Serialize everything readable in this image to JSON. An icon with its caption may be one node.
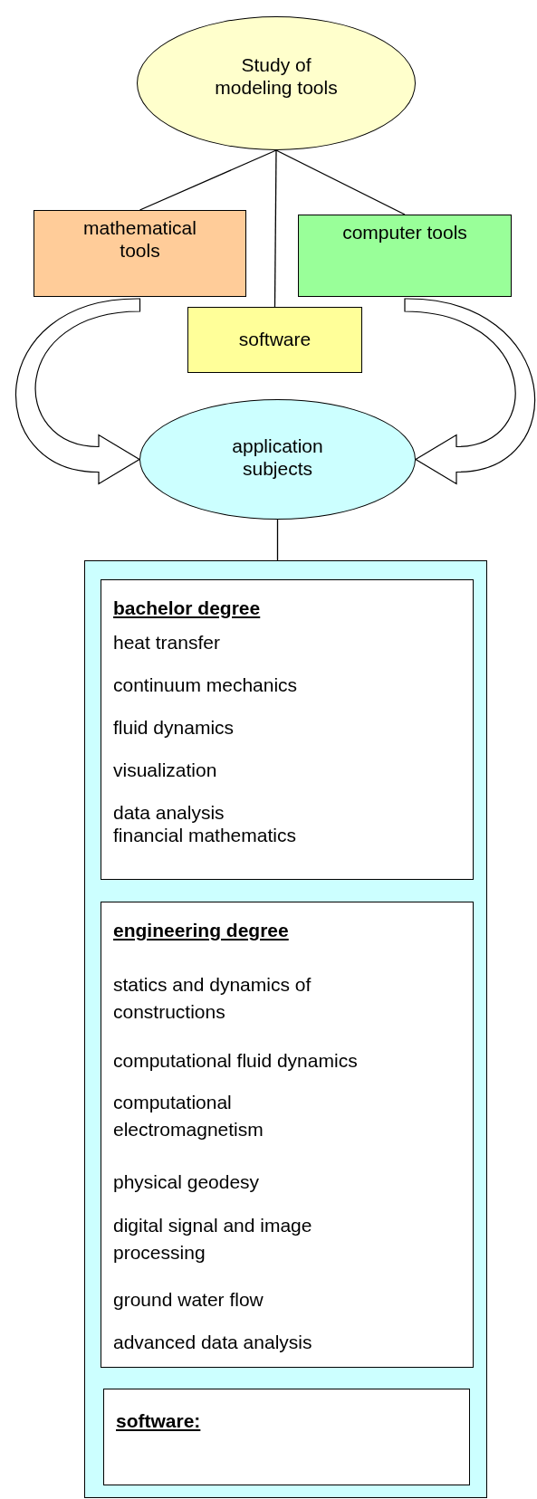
{
  "diagram": {
    "nodes": [
      {
        "text": [
          "Study of modeling tools"
        ]
      },
      {
        "text": [
          "mathematical tools"
        ]
      },
      {
        "text": [
          "computer tools"
        ]
      },
      {
        "text": [
          "software"
        ]
      },
      {
        "text": [
          "application subjects"
        ]
      },
      {
        "text": [],
        "shape": "box"
      },
      {
        "text": [
          "bachelor degree",
          "heat transfer",
          "continuum mechanics",
          "fluid dynamics",
          "visualization",
          "data analysis",
          "financial mathematics"
        ],
        "in": 5
      },
      {
        "text": [
          "engineering degree",
          "statics and dynamics of constructions",
          "computational fluid dynamics",
          "computational electromagnetism",
          "physical geodesy",
          "digital signal and image processing",
          "ground water flow",
          "advanced data analysis"
        ],
        "in": 5
      },
      {
        "text": [
          "software:"
        ],
        "in": 5
      }
    ],
    "edges": [
      {
        "from": 0,
        "to": 1,
        "arrow": "none"
      },
      {
        "from": 0,
        "to": 3,
        "arrow": "none"
      },
      {
        "from": 0,
        "to": 2,
        "arrow": "none"
      },
      {
        "from": 1,
        "to": 4,
        "arrow": "to",
        "style": "thick"
      },
      {
        "from": 2,
        "to": 4,
        "arrow": "to",
        "style": "thick"
      },
      {
        "from": 4,
        "to": 5,
        "arrow": "none"
      }
    ]
  }
}
